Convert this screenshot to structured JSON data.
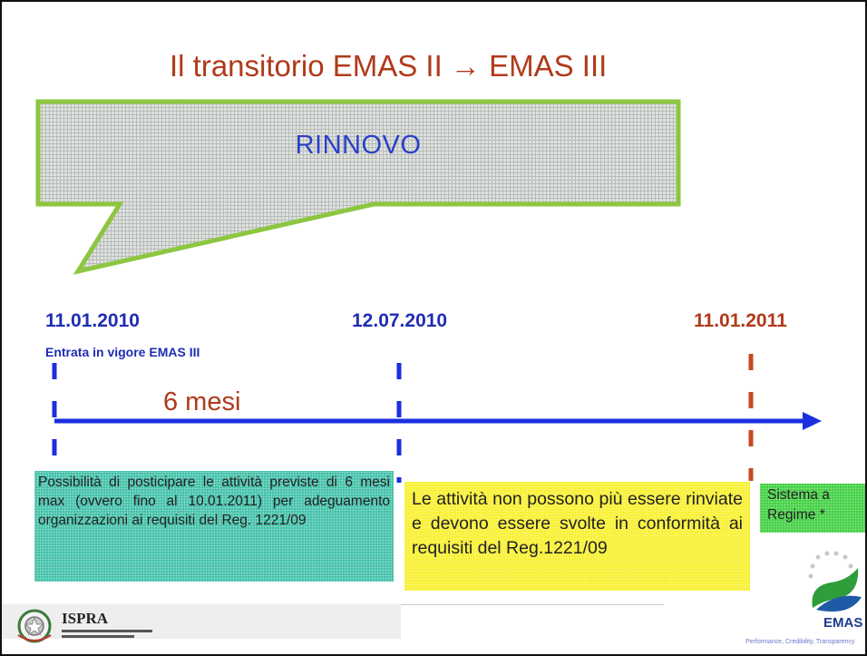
{
  "slide": {
    "title": "Il transitorio EMAS II → EMAS III",
    "callout": "RINNOVO",
    "dates": {
      "start": "11.01.2010",
      "start_sub": "Entrata in vigore EMAS III",
      "mid": "12.07.2010",
      "end": "11.01.2011"
    },
    "period_label": "6 mesi",
    "boxes": {
      "teal": "Possibilità di posticipare le attività previste di 6 mesi max (ovvero fino al 10.01.2011) per adeguamento organizzazioni ai requisiti del Reg. 1221/09",
      "yellow": "Le attività non possono più essere rinviate e devono essere svolte in conformità ai requisiti del Reg.1221/09",
      "green": "Sistema a Regime *"
    }
  },
  "footer": {
    "ispra_name": "ISPRA",
    "emas_name": "EMAS",
    "emas_tagline": "Performance, Credibility, Transparency"
  },
  "colors": {
    "title": "#b03a1a",
    "blue": "#1f2db3",
    "timeline_arrow": "#1a2fe0",
    "callout_fill": "#cfd3cf",
    "callout_border": "#8dc63f",
    "teal_box": "#40c0a8",
    "yellow_box": "#f8f030",
    "green_box": "#40d040"
  },
  "icons": [
    "italian-emblem-icon",
    "emas-leaf-icon",
    "timeline-arrow-icon"
  ]
}
